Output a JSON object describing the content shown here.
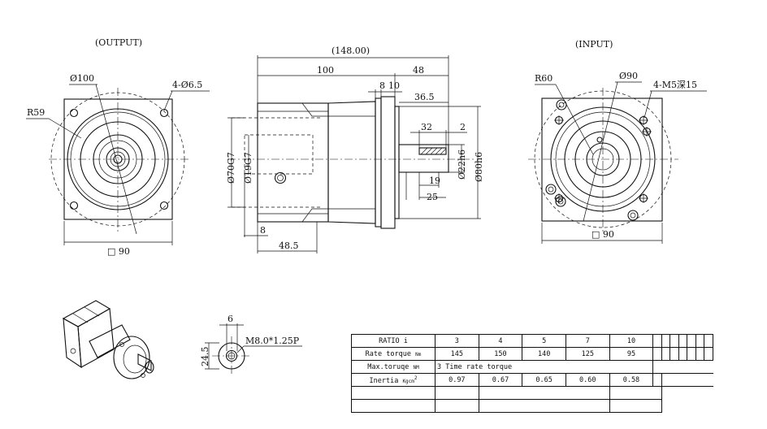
{
  "views": {
    "output_title": "(OUTPUT)",
    "input_title": "(INPUT)"
  },
  "output_view": {
    "dia_pcd": "Ø100",
    "holes": "4-Ø6.5",
    "radius": "R59",
    "square": "□ 90"
  },
  "side_view": {
    "overall": "(148.00)",
    "body_len": "100",
    "shaft_len": "48",
    "d8": "8",
    "d10": "10",
    "d36_5": "36.5",
    "d32": "32",
    "d2": "2",
    "d19": "19",
    "d25": "25",
    "d8_bottom": "8",
    "d48_5": "48.5",
    "bore_outer": "Ø70G7",
    "bore_inner": "Ø19G7",
    "shaft_dia": "Ø22h6",
    "pilot_dia": "Ø80h6"
  },
  "input_view": {
    "radius": "R60",
    "pcd": "Ø90",
    "tapped": "4-M5深15",
    "square": "□ 90"
  },
  "shaft_end": {
    "width": "6",
    "height": "24.5",
    "thread": "M8.0*1.25P"
  },
  "spec_table": {
    "ratio_label": "RATIO i",
    "ratios": [
      "3",
      "4",
      "5",
      "7",
      "10"
    ],
    "rate_torque_label": "Rate torque",
    "rate_torque_unit": "Nm",
    "rate_torques": [
      "145",
      "150",
      "140",
      "125",
      "95"
    ],
    "max_torque_label": "Max.toruqe",
    "max_torque_unit": "NM",
    "max_torque_value": "3 Time rate torque",
    "inertia_label": "Inertia",
    "inertia_unit": "Kgcm",
    "inertia_exp": "2",
    "inertias": [
      "0.97",
      "0.67",
      "0.65",
      "0.60",
      "0.58"
    ]
  }
}
